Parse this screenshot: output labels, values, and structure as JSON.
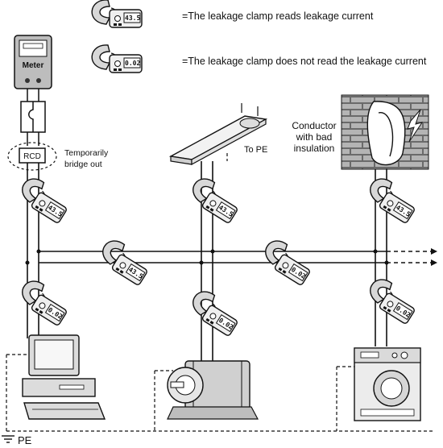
{
  "legend": {
    "reads_text": "=The leakage clamp reads leakage current",
    "reads_value": "43.5",
    "not_reads_text": "=The leakage clamp does not read the leakage current",
    "not_reads_value": "0.02"
  },
  "meter": {
    "label": "Meter"
  },
  "rcd": {
    "label": "RCD",
    "note_line1": "Temporarily",
    "note_line2": "bridge out"
  },
  "lamp": {
    "to_pe": "To PE"
  },
  "wall": {
    "line1": "Conductor",
    "line2": "with bad",
    "line3": "insulation"
  },
  "ground": {
    "label": "PE"
  },
  "clamp_readings": [
    "43.5",
    "0.02",
    "43.5",
    "43.5",
    "43.5",
    "0.02",
    "0.02",
    "0.02"
  ]
}
